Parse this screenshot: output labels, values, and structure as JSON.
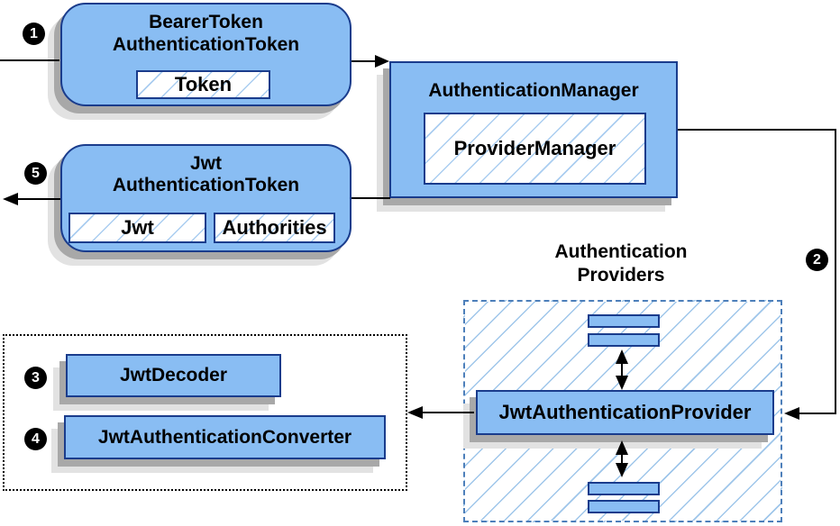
{
  "colors": {
    "node_fill": "#89bdf3",
    "node_border": "#1a3c8c",
    "hatch_line": "#aacdf0",
    "providers_hatch": "#9fc6ea",
    "providers_border": "#4d7fba",
    "shadow_dark": "#a8a8a8",
    "shadow_light": "#e2e2e2",
    "arrow_color": "#000000",
    "badge_bg": "#000000",
    "badge_text": "#ffffff"
  },
  "nodes": {
    "bearer_token": {
      "title_line1": "BearerToken",
      "title_line2": "AuthenticationToken",
      "field": "Token"
    },
    "authentication_manager": {
      "title": "AuthenticationManager",
      "field": "ProviderManager"
    },
    "jwt_authentication_token": {
      "title_line1": "Jwt",
      "title_line2": "AuthenticationToken",
      "field1": "Jwt",
      "field2": "Authorities"
    },
    "authentication_providers": {
      "label_line1": "Authentication",
      "label_line2": "Providers"
    },
    "jwt_authentication_provider": {
      "title": "JwtAuthenticationProvider"
    },
    "jwt_decoder": {
      "title": "JwtDecoder"
    },
    "jwt_authentication_converter": {
      "title": "JwtAuthenticationConverter"
    }
  },
  "steps": {
    "step1": "1",
    "step2": "2",
    "step3": "3",
    "step4": "4",
    "step5": "5"
  }
}
